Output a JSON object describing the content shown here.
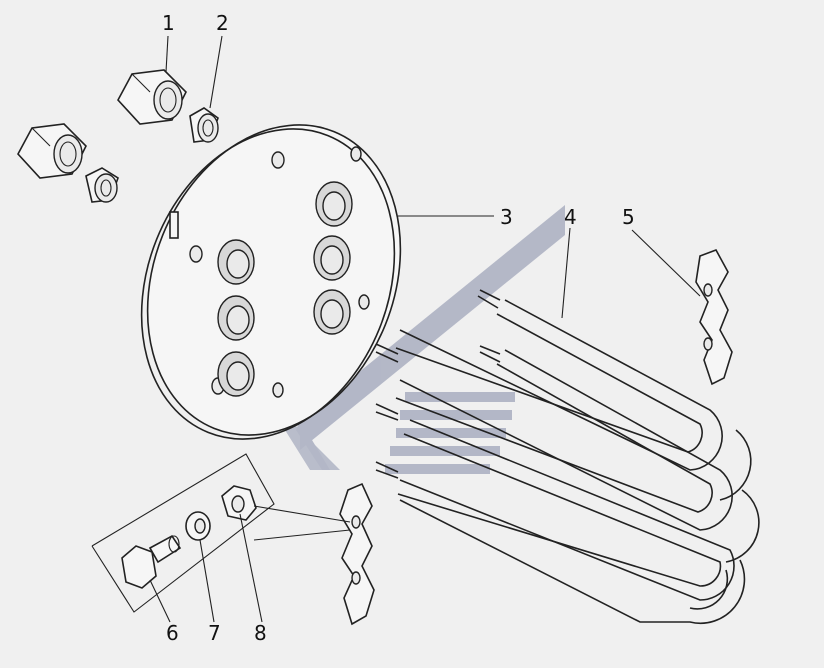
{
  "diagram": {
    "labels": [
      "1",
      "2",
      "3",
      "4",
      "5",
      "6",
      "7",
      "8"
    ],
    "watermark_color": "#a9aec0",
    "line_color": "#222222",
    "background": "#f0f0f0"
  }
}
